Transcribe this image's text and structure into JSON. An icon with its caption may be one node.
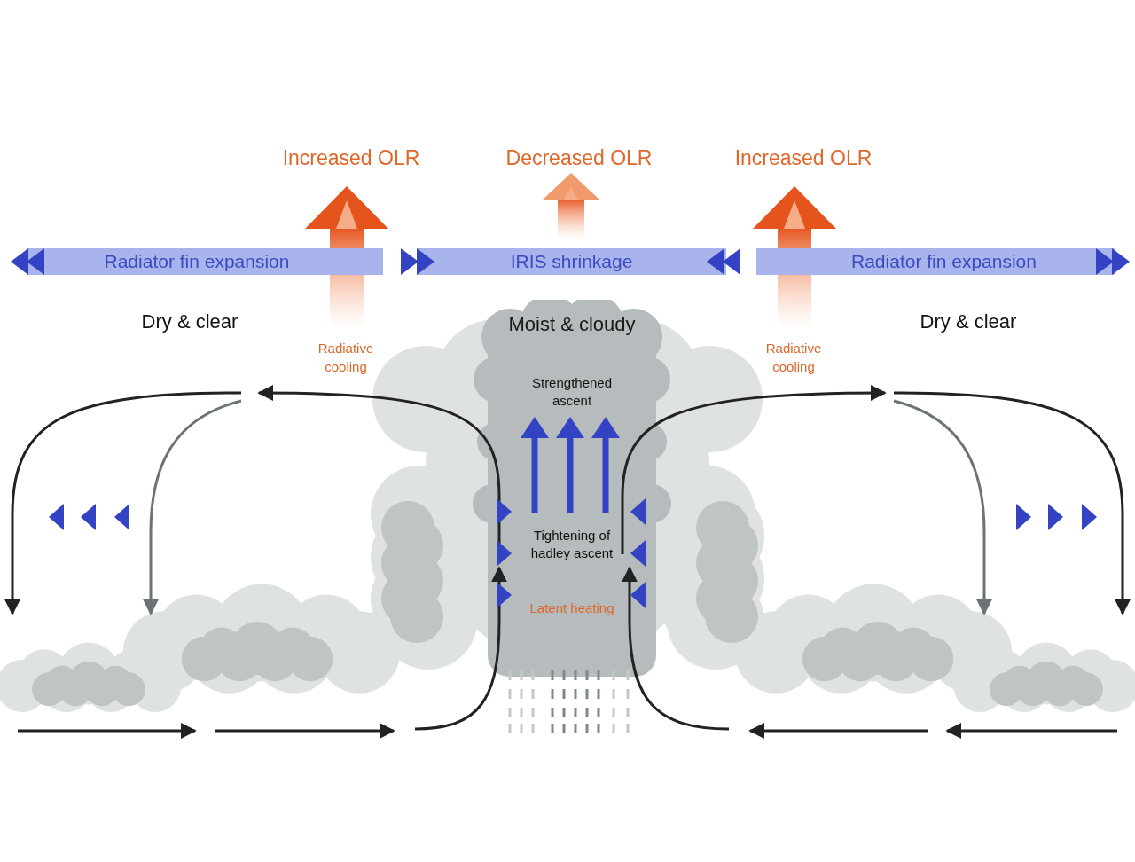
{
  "diagram": {
    "nodes": [
      {
        "text": [
          "Radiator fin expansion"
        ]
      },
      {
        "text": [
          "IRIS shrinkage"
        ]
      },
      {
        "text": [
          "Radiator fin expansion"
        ]
      },
      {
        "text": [
          "Moist & cloudy",
          "Strengthened ascent",
          "Tightening of hadley ascent",
          "Latent heating"
        ]
      }
    ],
    "labels": [
      "Increased OLR",
      "Decreased OLR",
      "Increased OLR",
      "Dry & clear",
      "Radiative cooling",
      "Radiative cooling",
      "Dry & clear"
    ]
  }
}
